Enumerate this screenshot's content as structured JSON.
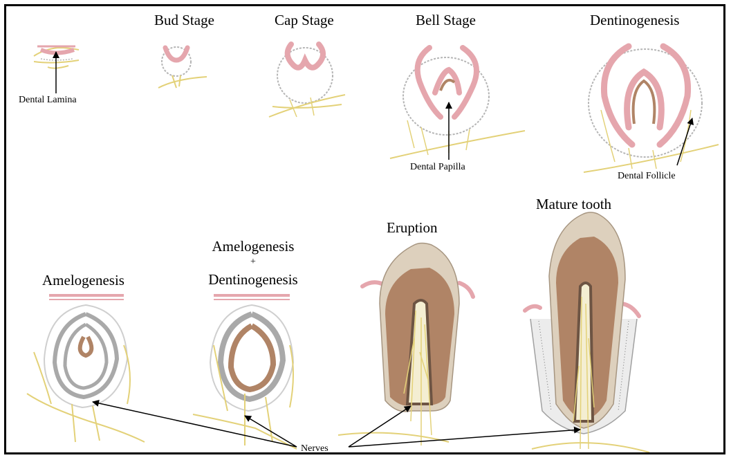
{
  "stages": {
    "bud": "Bud Stage",
    "cap": "Cap Stage",
    "bell": "Bell Stage",
    "dentinogenesis": "Dentinogenesis",
    "amelogenesis": "Amelogenesis",
    "amelo_dentino_line1": "Amelogenesis",
    "amelo_dentino_plus": "+",
    "amelo_dentino_line2": "Dentinogenesis",
    "eruption": "Eruption",
    "mature": "Mature tooth"
  },
  "labels": {
    "dental_lamina": "Dental Lamina",
    "dental_papilla": "Dental Papilla",
    "dental_follicle": "Dental Follicle",
    "nerves": "Nerves"
  },
  "colors": {
    "enamel_organ_pink": "#e5a6ad",
    "dentin_brown": "#b08466",
    "enamel_beige": "#ddd0bd",
    "nerve_yellow": "#e3d178",
    "follicle_grey": "#b5b5b5"
  }
}
